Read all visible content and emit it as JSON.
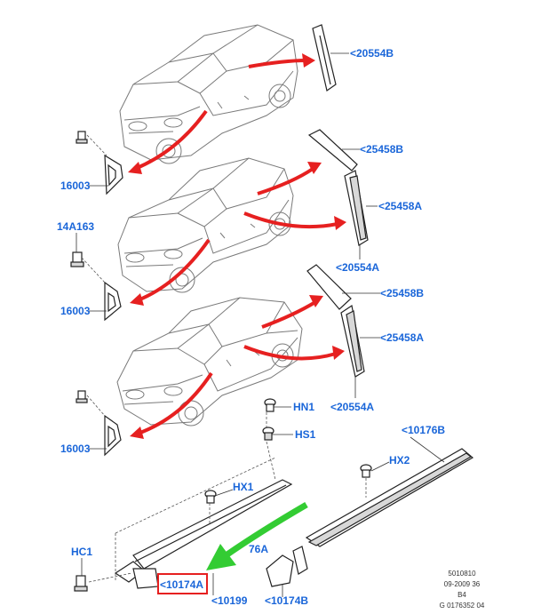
{
  "colors": {
    "label_blue": "#1a66d9",
    "arrow_red": "#e62020",
    "arrow_green": "#33cc33",
    "highlight_box": "#e62020"
  },
  "labels": {
    "p20554b": "<20554B",
    "p25458b_top": "<25458B",
    "p25458a_top": "<25458A",
    "p20554a_top": "<20554A",
    "p25458b_mid": "<25458B",
    "p25458a_mid": "<25458A",
    "p20554a_mid": "<20554A",
    "p16003_1": "16003",
    "p14a163": "14A163",
    "p16003_2": "16003",
    "p16003_3": "16003",
    "hn1": "HN1",
    "hs1": "HS1",
    "p10176b": "<10176B",
    "hx2": "HX2",
    "hx1": "HX1",
    "hc1": "HC1",
    "p10176a_partial": "76A",
    "p10174a": "<10174A",
    "p10199": "<10199",
    "p10174b": "<10174B"
  },
  "meta": {
    "line1": "5010810",
    "line2": "09-2009 36",
    "line3": "B4",
    "line4": "G 0176352 04"
  }
}
